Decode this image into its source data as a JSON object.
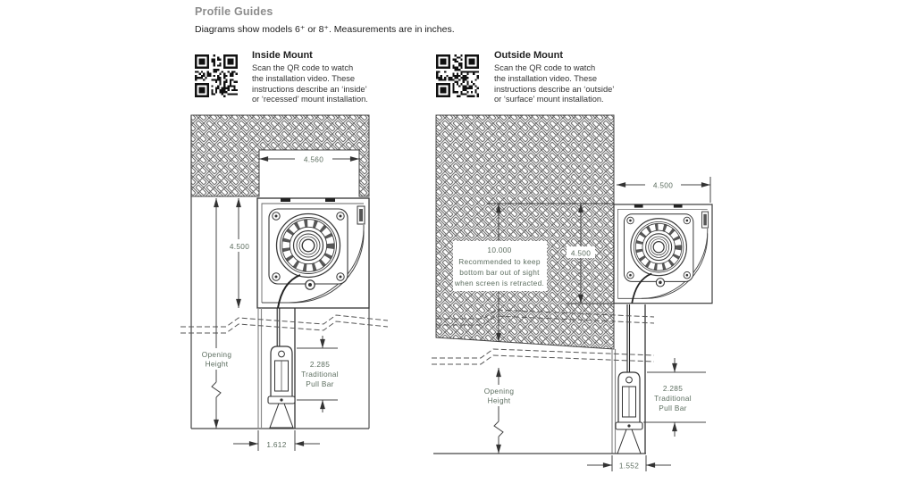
{
  "page": {
    "title": "Profile Guides",
    "subtitle": "Diagrams show models 6⁺ or 8⁺. Measurements are in inches."
  },
  "inside_mount": {
    "heading": "Inside Mount",
    "body": "Scan the QR code to watch\nthe installation video. These\ninstructions describe an ‘inside’\nor ‘recessed’ mount installation.",
    "qr_icon": "qr-code"
  },
  "outside_mount": {
    "heading": "Outside Mount",
    "body": "Scan the QR code to watch\nthe installation video. These\ninstructions describe an ‘outside’\nor ‘surface’ mount installation.",
    "qr_icon": "qr-code"
  },
  "inside_diagram": {
    "recess_width": "4.560",
    "housing_height": "4.500",
    "opening_line1": "Opening",
    "opening_line2": "Height",
    "pullbar_size": "2.285",
    "pullbar_line1": "Traditional",
    "pullbar_line2": "Pull Bar",
    "track_width": "1.612"
  },
  "outside_diagram": {
    "housing_width": "4.500",
    "housing_height": "4.500",
    "clearance": "10.000",
    "note_line1": "Recommended to keep",
    "note_line2": "bottom bar out of sight",
    "note_line3": "when screen is retracted.",
    "opening_line1": "Opening",
    "opening_line2": "Height",
    "pullbar_size": "2.285",
    "pullbar_line1": "Traditional",
    "pullbar_line2": "Pull Bar",
    "track_width": "1.552"
  },
  "colors": {
    "dimension_text": "#5d6e60",
    "heading_gray": "#8c8c8c",
    "drawing_line": "#3a3a3a"
  }
}
